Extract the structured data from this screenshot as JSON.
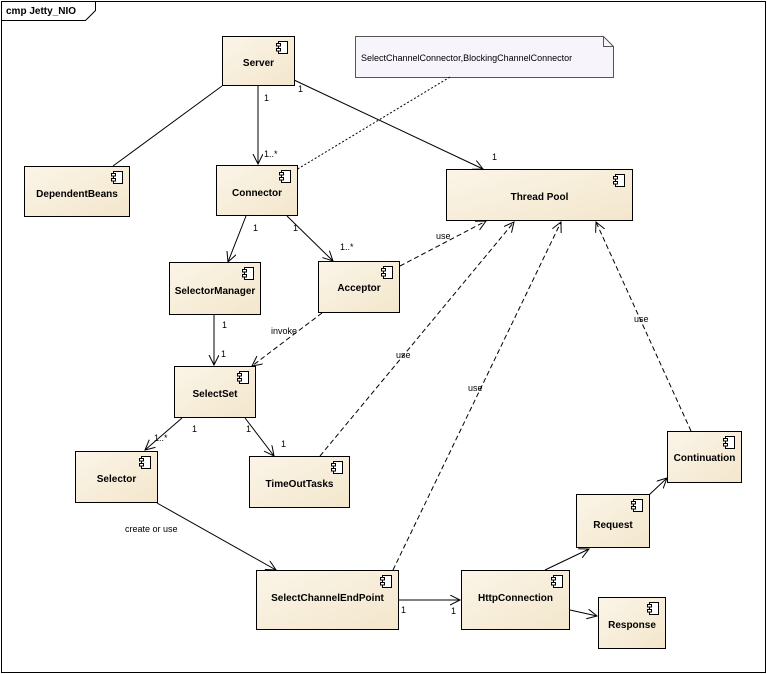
{
  "frame": {
    "title": "cmp Jetty_NIO"
  },
  "note": {
    "text": "SelectChannelConnector,BlockingChannelConnector"
  },
  "components": {
    "server": "Server",
    "dependent_beans": "DependentBeans",
    "connector": "Connector",
    "thread_pool": "Thread Pool",
    "selector_manager": "SelectorManager",
    "acceptor": "Acceptor",
    "select_set": "SelectSet",
    "selector": "Selector",
    "timeout_tasks": "TimeOutTasks",
    "continuation": "Continuation",
    "request": "Request",
    "select_channel_endpoint": "SelectChannelEndPoint",
    "http_connection": "HttpConnection",
    "response": "Response"
  },
  "multiplicities": {
    "server_connector_src": "1",
    "server_connector_dst": "1..*",
    "server_threadpool_src": "1",
    "server_threadpool_dst": "1",
    "connector_selectormanager": "1",
    "connector_acceptor_src": "1",
    "connector_acceptor_dst": "1..*",
    "selectormanager_selectset_src": "1",
    "selectormanager_selectset_dst": "1",
    "selectset_selector": "1..*",
    "selectset_timeout_a": "1",
    "selectset_timeout_b": "1",
    "selectset_timeout_dst": "1",
    "endpoint_httpconnection_src": "1",
    "endpoint_httpconnection_dst": "1"
  },
  "edge_labels": {
    "acceptor_use": "use",
    "acceptor_invoke": "invoke",
    "timeout_use": "use",
    "endpoint_use": "use",
    "continuation_use": "use",
    "selector_create": "create or use"
  }
}
